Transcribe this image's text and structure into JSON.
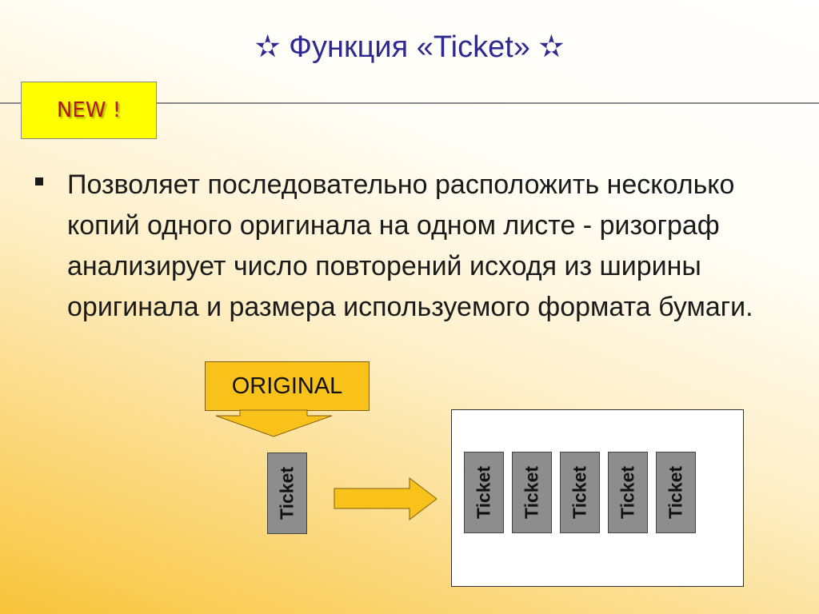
{
  "slide": {
    "title": "✫ Функция «Ticket» ✫",
    "badge": "NEW !",
    "bullet_text": "Позволяет последовательно расположить несколько копий одного оригинала на одном листе - ризограф анализирует число повторений исходя из ширины оригинала и размера используемого формата бумаги."
  },
  "diagram": {
    "original_label": "ORIGINAL",
    "source_ticket": "Ticket",
    "sheet_tickets": [
      "Ticket",
      "Ticket",
      "Ticket",
      "Ticket",
      "Ticket"
    ]
  },
  "colors": {
    "title": "#2f2a8f",
    "badge_bg": "#ffff00",
    "badge_text": "#b01818",
    "arrow_fill": "#f8c21a",
    "ticket_fill": "#8d8d8d"
  }
}
